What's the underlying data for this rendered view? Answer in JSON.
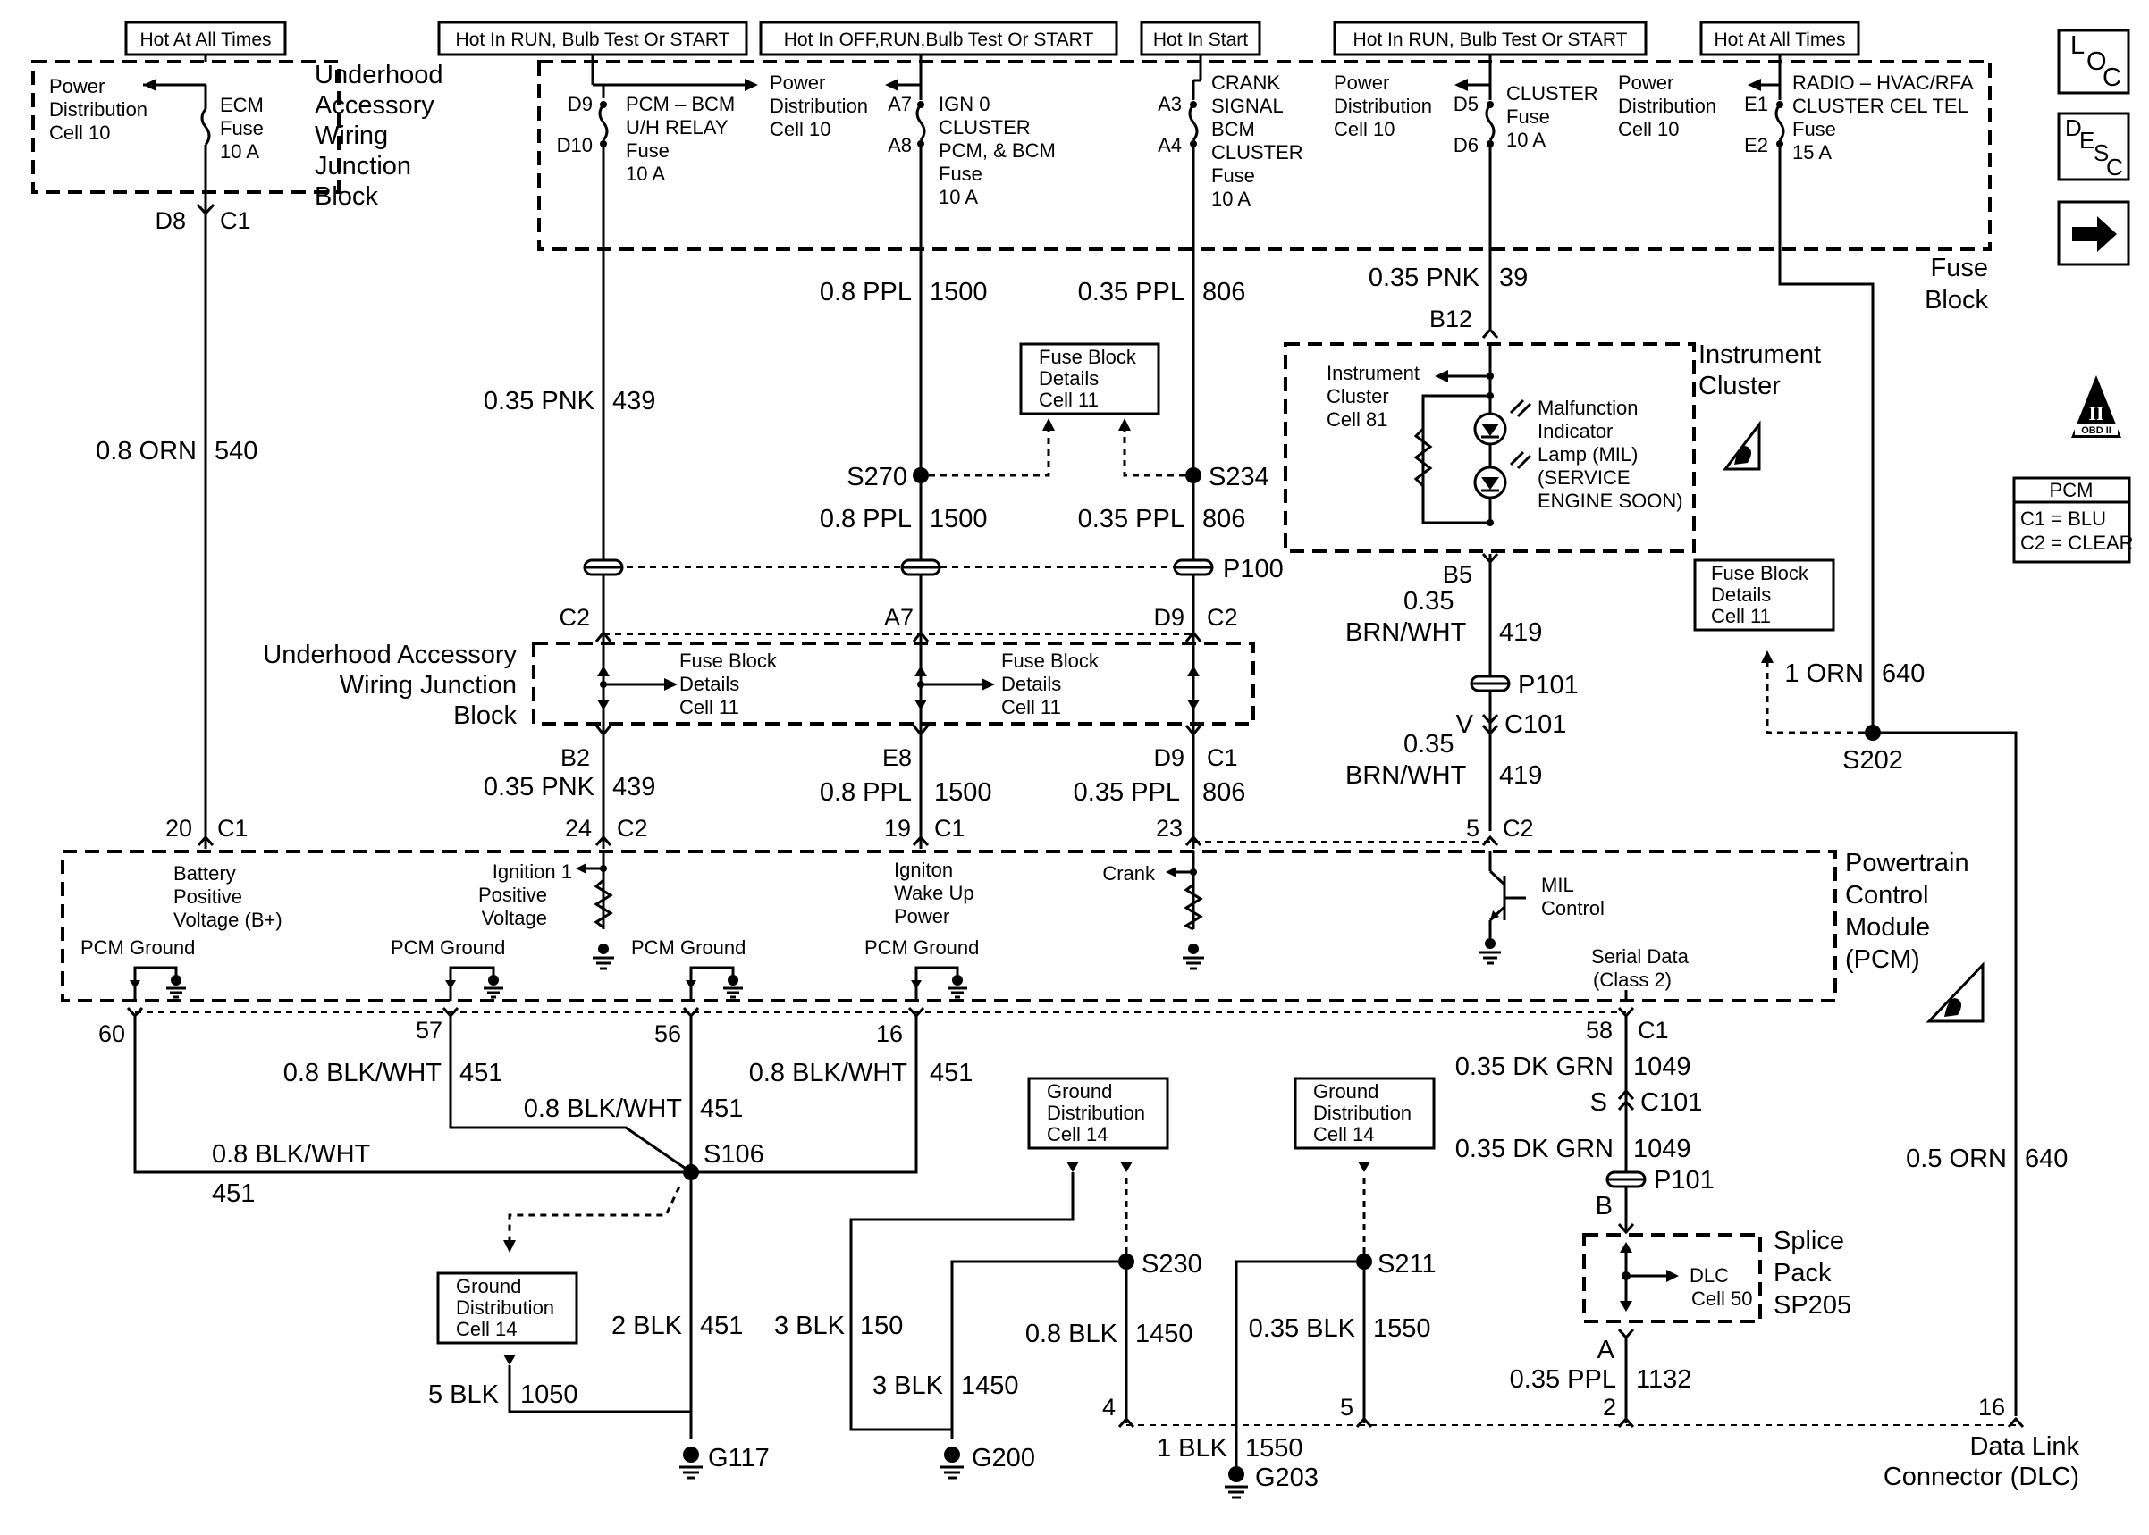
{
  "headers": {
    "h1": "Hot At All Times",
    "h2": "Hot In RUN, Bulb Test Or START",
    "h3": "Hot In OFF,RUN,Bulb Test Or START",
    "h4": "Hot In Start",
    "h5": "Hot In RUN, Bulb Test Or START",
    "h6": "Hot At All Times"
  },
  "underhood_block_top": {
    "power_dist": [
      "Power",
      "Distribution",
      "Cell 10"
    ],
    "fuse": [
      "ECM",
      "Fuse",
      "10 A"
    ],
    "title": [
      "Underhood",
      "Accessory",
      "Wiring",
      "Junction",
      "Block"
    ],
    "pin_d8": "D8",
    "conn_c1": "C1"
  },
  "fuse_block": {
    "title": [
      "Fuse",
      "Block"
    ],
    "pcm_bcm": [
      "PCM – BCM",
      "U/H RELAY",
      "Fuse",
      "10 A"
    ],
    "pin_d9": "D9",
    "pin_d10": "D10",
    "power_dist_1": [
      "Power",
      "Distribution",
      "Cell 10"
    ],
    "pin_a7": "A7",
    "pin_a8": "A8",
    "ign0": [
      "IGN 0",
      "CLUSTER",
      "PCM, & BCM",
      "Fuse",
      "10 A"
    ],
    "pin_a3": "A3",
    "pin_a4": "A4",
    "crank": [
      "CRANK",
      "SIGNAL",
      "BCM",
      "CLUSTER",
      "Fuse",
      "10 A"
    ],
    "power_dist_2": [
      "Power",
      "Distribution",
      "Cell 10"
    ],
    "pin_d5": "D5",
    "pin_d6": "D6",
    "cluster": [
      "CLUSTER",
      "Fuse",
      "10 A"
    ],
    "power_dist_3": [
      "Power",
      "Distribution",
      "Cell 10"
    ],
    "pin_e1": "E1",
    "pin_e2": "E2",
    "radio": [
      "RADIO – HVAC/RFA",
      "CLUSTER CEL TEL",
      "Fuse",
      "15 A"
    ]
  },
  "wires": {
    "w540_gauge": "0.8 ORN",
    "w540_num": "540",
    "w439_gauge": "0.35 PNK",
    "w439_num": "439",
    "w1500_gauge": "0.8 PPL",
    "w1500_num": "1500",
    "w806_gauge": "0.35 PPL",
    "w806_num": "806",
    "w39_gauge": "0.35 PNK",
    "w39_num": "39",
    "w1500b_gauge": "0.8 PPL",
    "w1500b_num": "1500",
    "w806b_gauge": "0.35 PPL",
    "w806b_num": "806",
    "w419_gauge_a": "0.35",
    "w419_gauge_b": "BRN/WHT",
    "w419_num": "419",
    "w419b_gauge_a": "0.35",
    "w419b_gauge_b": "BRN/WHT",
    "w419b_num": "419",
    "w640_gauge": "1 ORN",
    "w640_num": "640",
    "w439b_gauge": "0.35 PNK",
    "w439b_num": "439",
    "w1500c_gauge": "0.8 PPL",
    "w1500c_num": "1500",
    "w806c_gauge": "0.35 PPL",
    "w806c_num": "806",
    "w451a_gauge": "0.8 BLK/WHT",
    "w451a_num": "451",
    "w451b_gauge": "0.8 BLK/WHT",
    "w451b_num": "451",
    "w451c_gauge": "0.8 BLK/WHT",
    "w451c_num": "451",
    "w451d_gauge": "0.8 BLK/WHT",
    "w451d_num": "451",
    "w451e_gauge": "2 BLK",
    "w451e_num": "451",
    "w1050_gauge": "5 BLK",
    "w1050_num": "1050",
    "w150_gauge": "3 BLK",
    "w150_num": "150",
    "w1450a_gauge": "3 BLK",
    "w1450a_num": "1450",
    "w1450b_gauge": "0.8 BLK",
    "w1450b_num": "1450",
    "w1550a_gauge": "0.35 BLK",
    "w1550a_num": "1550",
    "w1550b_gauge": "1 BLK",
    "w1550b_num": "1550",
    "w1049a_gauge": "0.35 DK GRN",
    "w1049a_num": "1049",
    "w1049b_gauge": "0.35 DK GRN",
    "w1049b_num": "1049",
    "w1132_gauge": "0.35 PPL",
    "w1132_num": "1132",
    "w640b_gauge": "0.5 ORN",
    "w640b_num": "640"
  },
  "splices": {
    "s270": "S270",
    "s234": "S234",
    "s202": "S202",
    "s106": "S106",
    "s230": "S230",
    "s211": "S211"
  },
  "connectors": {
    "b12": "B12",
    "b5": "B5",
    "p100": "P100",
    "p101": "P101",
    "p101b": "P101",
    "c101": "C101",
    "c101b": "C101",
    "v": "V",
    "s": "S",
    "b": "B",
    "a": "A",
    "c2_left": "C2",
    "a7": "A7",
    "d9": "D9",
    "c2_right": "C2",
    "b2": "B2",
    "e8": "E8",
    "d9b": "D9",
    "c1b": "C1"
  },
  "fbd_boxes": {
    "top": [
      "Fuse Block",
      "Details",
      "Cell 11"
    ],
    "right": [
      "Fuse Block",
      "Details",
      "Cell 11"
    ]
  },
  "cluster": {
    "title": [
      "Instrument",
      "Cluster"
    ],
    "ref": [
      "Instrument",
      "Cluster",
      "Cell 81"
    ],
    "mil": [
      "Malfunction",
      "Indicator",
      "Lamp (MIL)",
      "(SERVICE",
      "ENGINE SOON)"
    ]
  },
  "uh_block_mid": {
    "title": [
      "Underhood Accessory",
      "Wiring Junction",
      "Block"
    ],
    "fbd1": [
      "Fuse Block",
      "Details",
      "Cell 11"
    ],
    "fbd2": [
      "Fuse Block",
      "Details",
      "Cell 11"
    ]
  },
  "pcm": {
    "title": [
      "Powertrain",
      "Control",
      "Module",
      "(PCM)"
    ],
    "pin20": "20",
    "conn_c1a": "C1",
    "pin24": "24",
    "conn_c2a": "C2",
    "pin19": "19",
    "conn_c1b": "C1",
    "pin23": "23",
    "pin5": "5",
    "conn_c2b": "C2",
    "battery": [
      "Battery",
      "Positive",
      "Voltage (B+)"
    ],
    "ign1": [
      "Ignition 1",
      "Positive",
      "Voltage"
    ],
    "wake": [
      "Igniton",
      "Wake Up",
      "Power"
    ],
    "crank": "Crank",
    "mil": [
      "MIL",
      "Control"
    ],
    "gnd1": "PCM Ground",
    "gnd2": "PCM Ground",
    "gnd3": "PCM Ground",
    "gnd4": "PCM Ground",
    "serial": [
      "Serial Data",
      "(Class 2)"
    ],
    "pin60": "60",
    "pin57": "57",
    "pin56": "56",
    "pin16": "16",
    "pin58": "58",
    "conn_c1c": "C1"
  },
  "ground_dist": {
    "g1": [
      "Ground",
      "Distribution",
      "Cell 14"
    ],
    "g2": [
      "Ground",
      "Distribution",
      "Cell 14"
    ],
    "g3": [
      "Ground",
      "Distribution",
      "Cell 14"
    ]
  },
  "grounds": {
    "g117": "G117",
    "g200": "G200",
    "g203": "G203"
  },
  "dlc": {
    "title": [
      "Data Link",
      "Connector (DLC)"
    ],
    "pin4": "4",
    "pin5": "5",
    "pin2": "2",
    "pin16": "16"
  },
  "splice_pack": {
    "title": [
      "Splice",
      "Pack",
      "SP205"
    ],
    "dlc_ref": [
      "DLC",
      "Cell 50"
    ]
  },
  "side": {
    "loc": [
      "L",
      "O",
      "C"
    ],
    "desc": [
      "D",
      "E",
      "S",
      "C"
    ],
    "obd": "II",
    "obd_sub": "OBD II",
    "pcm_title": "PCM",
    "pcm_c1": "C1 = BLU",
    "pcm_c2": "C2 = CLEAR"
  }
}
